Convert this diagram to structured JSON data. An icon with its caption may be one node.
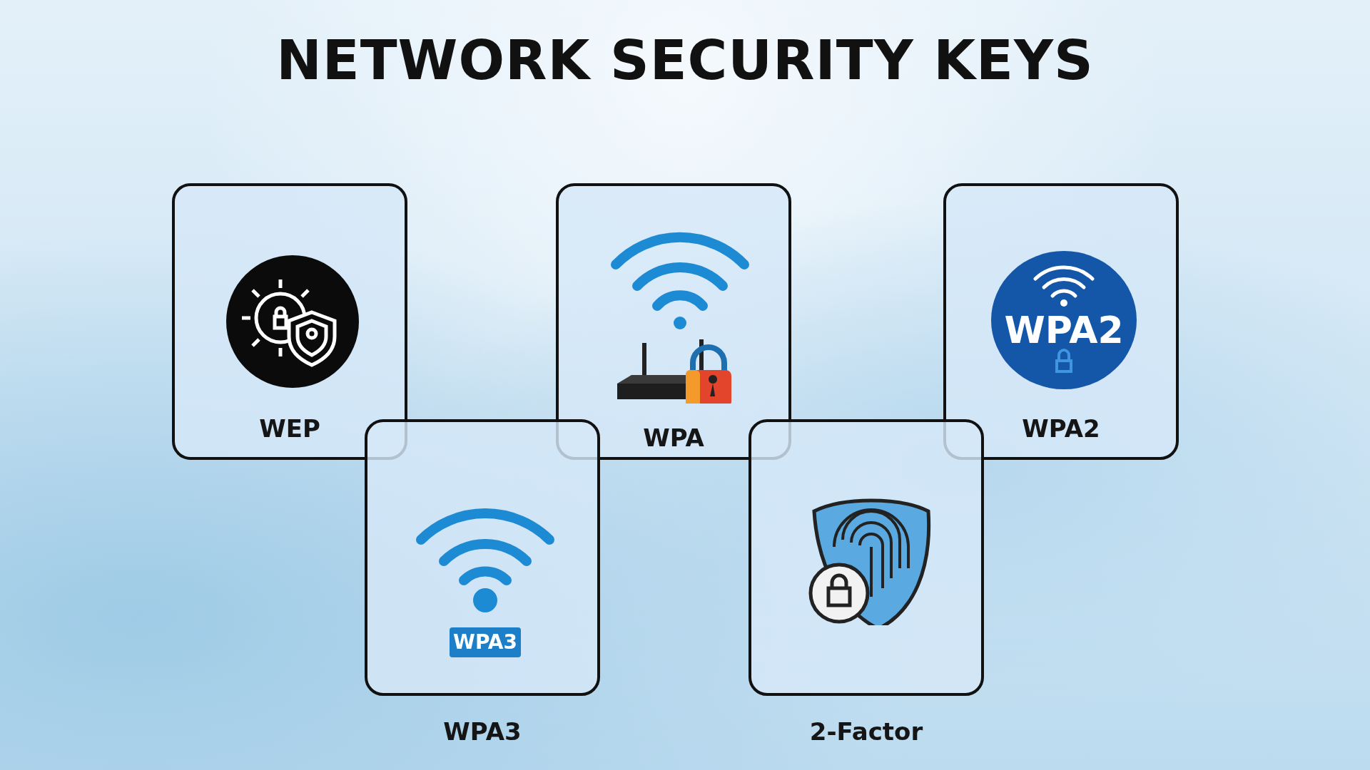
{
  "diagram": {
    "title": "NETWORK SECURITY KEYS",
    "nodes": [
      {
        "text": [
          "WEP"
        ]
      },
      {
        "text": [
          "WPA"
        ]
      },
      {
        "text": [
          "WPA2"
        ]
      },
      {
        "text": [
          "WPA3"
        ]
      },
      {
        "text": [
          "2-Factor"
        ]
      }
    ],
    "labels": [
      "WPA2",
      "WPA3"
    ]
  }
}
